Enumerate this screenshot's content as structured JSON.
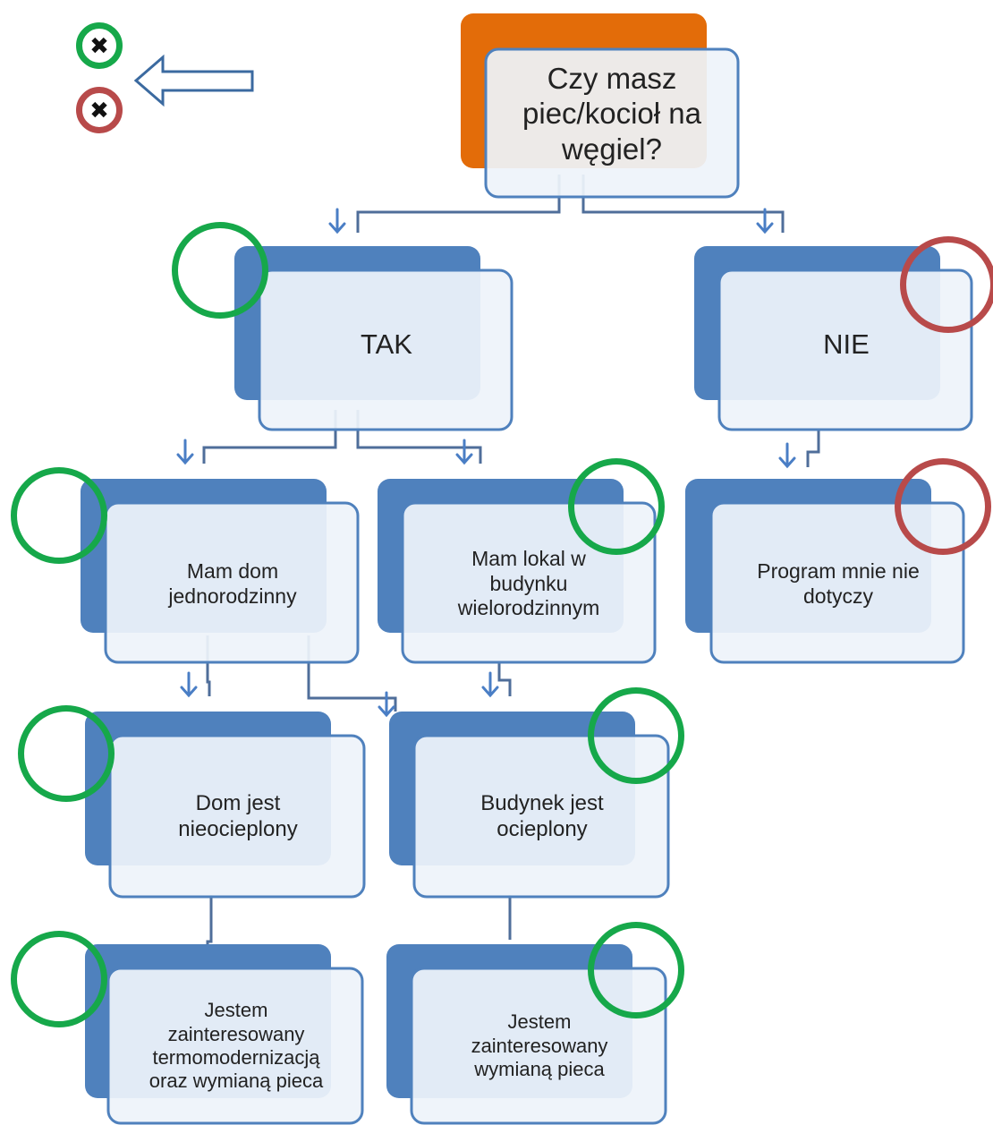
{
  "colors": {
    "root_back": "#E36C09",
    "node_back": "#4F81BD",
    "node_front": "#EEF3FA",
    "front_border": "#4F81BD",
    "connector": "#4F6E9A",
    "arrow": "#4A7EC5",
    "circle_yes": "#16A84A",
    "circle_no": "#B84A4A",
    "arrow_outline": "#3B6AA0"
  },
  "legend": {
    "icons": [
      {
        "name": "legend-yes-icon",
        "symbol": "✖",
        "color": "#16A84A"
      },
      {
        "name": "legend-no-icon",
        "symbol": "✖",
        "color": "#B84A4A"
      }
    ],
    "pointer_icon": "left-arrow-outline-icon"
  },
  "nodes": {
    "root": {
      "text": "Czy masz\npiec/kocioł na\nwęgiel?"
    },
    "tak": {
      "text": "TAK"
    },
    "nie": {
      "text": "NIE"
    },
    "dom": {
      "text": "Mam dom\njednorodzinny"
    },
    "lokal": {
      "text": "Mam  lokal w\nbudynku\nwielorodzinnym"
    },
    "program": {
      "text": "Program mnie nie\ndotyczy"
    },
    "nieocieplony": {
      "text": "Dom jest\nnieocieplony"
    },
    "ocieplony": {
      "text": "Budynek jest\nocieplony"
    },
    "termo": {
      "text": "Jestem\nzainteresowany\ntermomodernizacją\noraz wymianą pieca"
    },
    "wymiana": {
      "text": "Jestem\nzainteresowany\nwymianą pieca"
    }
  }
}
